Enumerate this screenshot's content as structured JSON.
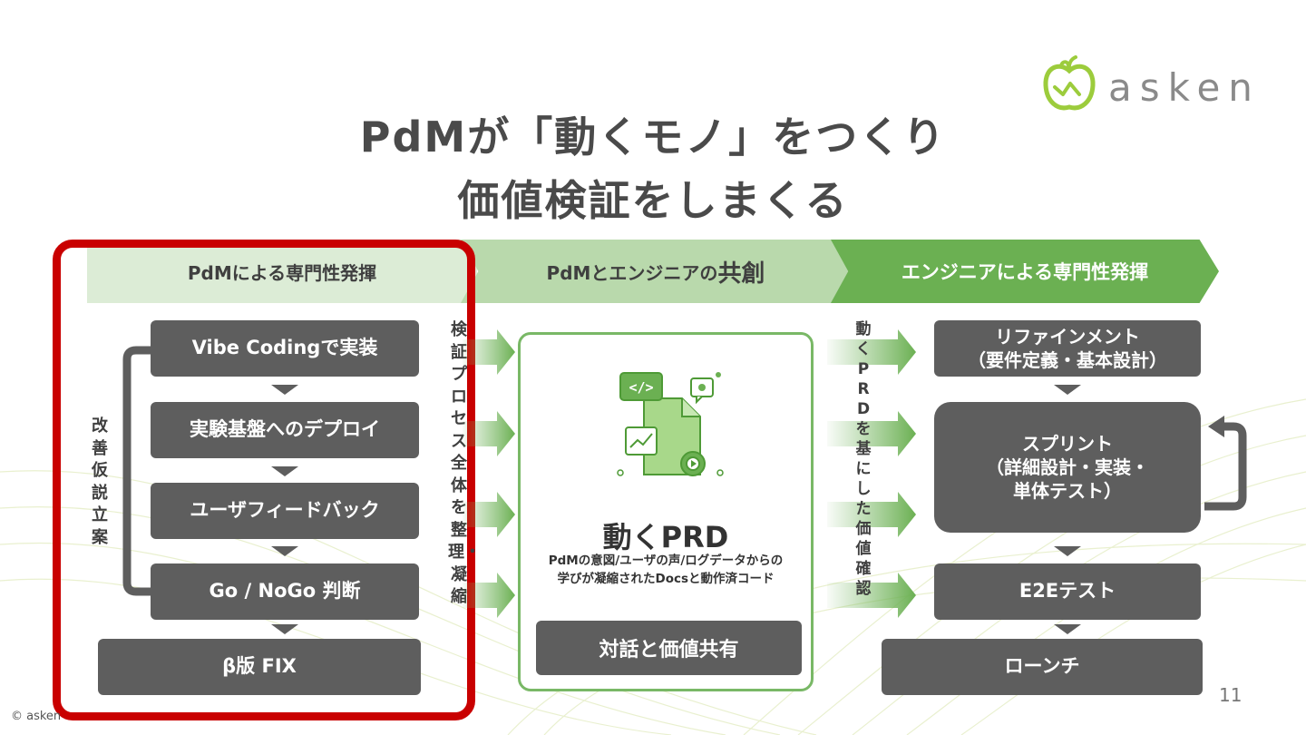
{
  "logo": {
    "text": "asken"
  },
  "title": {
    "line1": "PdMが「動くモノ」をつくり",
    "line2": "価値検証をしまくる"
  },
  "phases": {
    "left": "PdMによる専門性発揮",
    "middle_prefix": "PdMとエンジニアの",
    "middle_emph": "共創",
    "right": "エンジニアによる専門性発揮"
  },
  "left_flow": {
    "steps": [
      "Vibe Codingで実装",
      "実験基盤へのデプロイ",
      "ユーザフィードバック",
      "Go / NoGo 判断"
    ],
    "final": "β版 FIX",
    "loop_label": "改善仮説立案"
  },
  "left_side_label": "検証プロセス全体を整理・凝縮",
  "center": {
    "title": "動くPRD",
    "subtitle_line1": "PdMの意図/ユーザの声/ログデータからの",
    "subtitle_line2": "学びが凝縮されたDocsと動作済コード",
    "button": "対話と価値共有",
    "code_glyph": "</>"
  },
  "right_side_label": "動くPRDを基にした価値確認",
  "right_flow": {
    "step1_line1": "リファインメント",
    "step1_line2": "（要件定義・基本設計）",
    "step2_line1": "スプリント",
    "step2_line2": "（詳細設計・実装・",
    "step2_line3": "単体テスト）",
    "step3": "E2Eテスト",
    "step4": "ローンチ"
  },
  "footer": {
    "copyright": "© asken",
    "page": "11"
  },
  "colors": {
    "accent_green": "#6bb052",
    "light_green": "#dcecd6",
    "mid_green": "#b9d9ac",
    "box_gray": "#5e5e5e",
    "highlight_red": "#c90000"
  }
}
